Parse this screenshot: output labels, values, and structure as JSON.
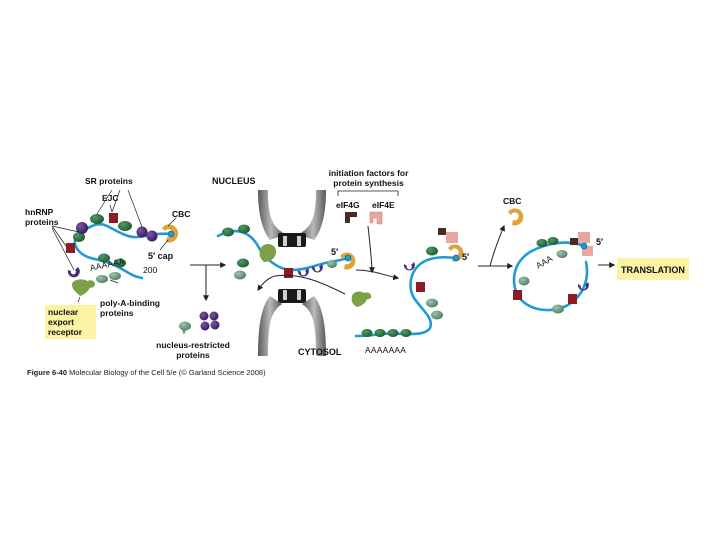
{
  "labels": {
    "sr_proteins": "SR proteins",
    "ejc": "EJC",
    "hnrnp_proteins": "hnRNP proteins",
    "cbc": "CBC",
    "cap": "5′ cap",
    "poly_a_tail": "AAAAAA",
    "count_200": "200",
    "poly_a_binding": "poly-A-binding proteins",
    "export_receptor": "nuclear export receptor",
    "nucleus_restricted": "nucleus-restricted proteins",
    "nucleus": "NUCLEUS",
    "cytosol": "CYTOSOL",
    "initiation_factors": "initiation factors for protein synthesis",
    "eif4g": "eIF4G",
    "eif4e": "eIF4E",
    "five_prime_a": "5′",
    "five_prime_b": "5′",
    "five_prime_c": "5′",
    "cbc_right": "CBC",
    "aaa_cytosol": "AAAAAAA",
    "aaa_circle": "AAA",
    "translation": "TRANSLATION"
  },
  "caption": {
    "figure_no": "Figure 6-40",
    "text": "Molecular Biology of the Cell 5/e (© Garland Science 2008)"
  },
  "colors": {
    "mrna": "#1e9ad6",
    "hnrnp": "#246b3e",
    "sr": "#4b2c77",
    "ejc": "#8e1b24",
    "cbc": "#e2a23b",
    "pabp": "#6a9c7f",
    "export_receptor": "#7d9f46",
    "pore": "#7a7a7a",
    "eif4g": "#4a2b1c",
    "eif4e": "#e8a6a2",
    "yellow_box": "#fbf3a3"
  },
  "icons": [
    "mrna-strand",
    "hnrnp-protein",
    "sr-protein",
    "ejc-protein",
    "cbc-protein",
    "poly-a-binding-protein",
    "export-receptor",
    "nuclear-pore",
    "eif4g-protein",
    "eif4e-protein"
  ]
}
